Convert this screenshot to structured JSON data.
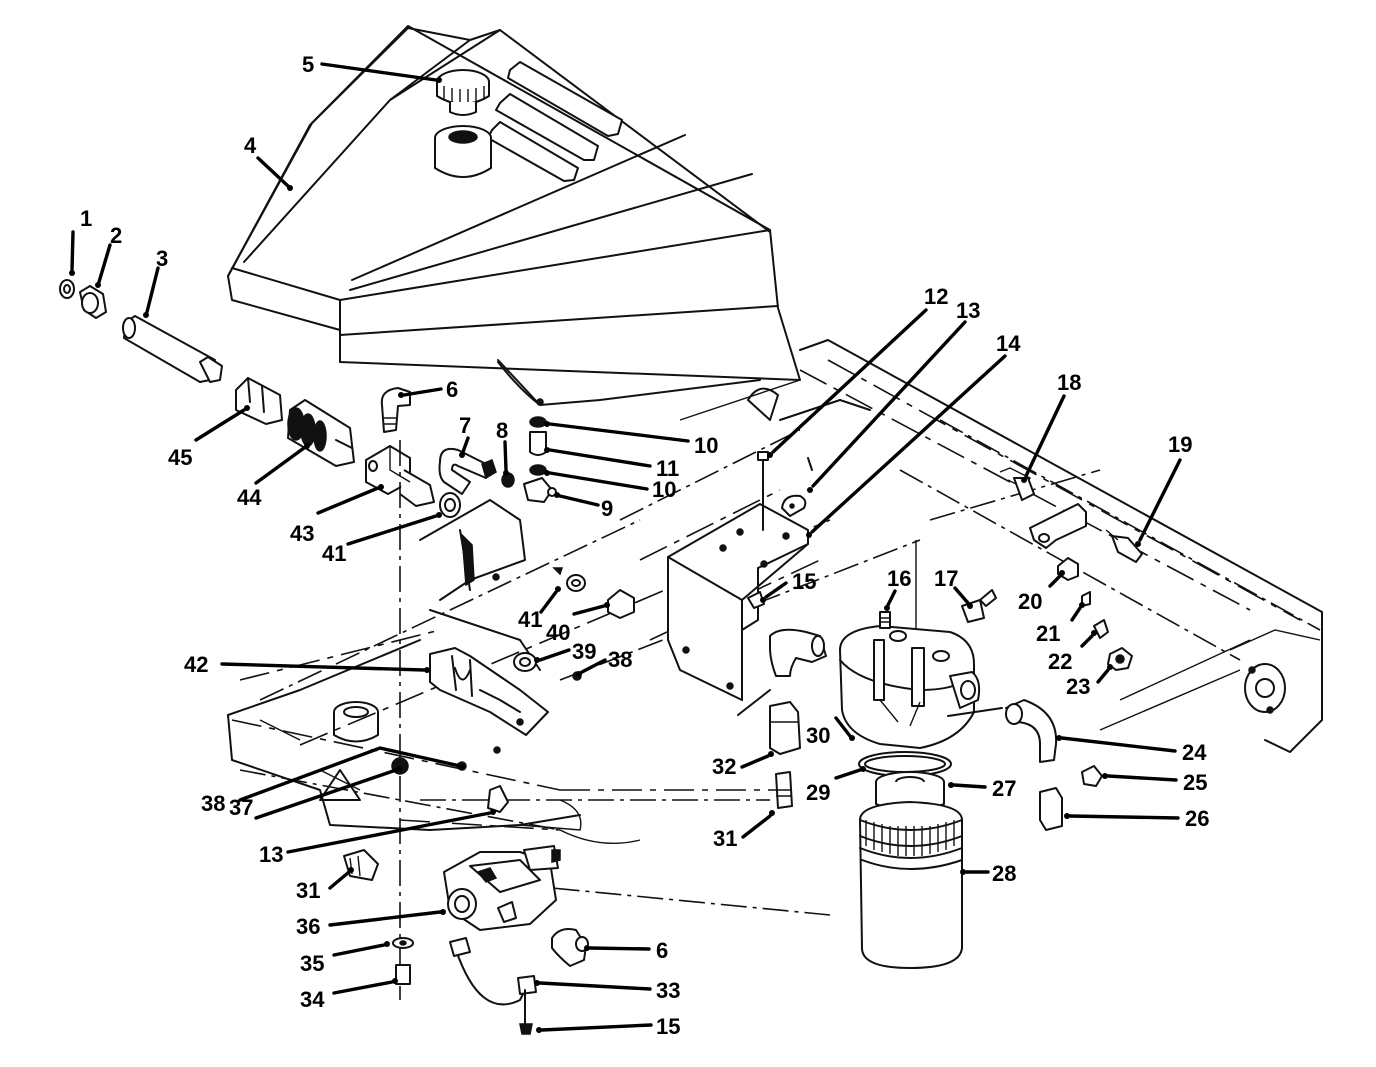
{
  "callouts": [
    {
      "id": "c1",
      "label": "1"
    },
    {
      "id": "c2",
      "label": "2"
    },
    {
      "id": "c3",
      "label": "3"
    },
    {
      "id": "c4",
      "label": "4"
    },
    {
      "id": "c5",
      "label": "5"
    },
    {
      "id": "c6a",
      "label": "6"
    },
    {
      "id": "c7",
      "label": "7"
    },
    {
      "id": "c8",
      "label": "8"
    },
    {
      "id": "c9",
      "label": "9"
    },
    {
      "id": "c10a",
      "label": "10"
    },
    {
      "id": "c11",
      "label": "11"
    },
    {
      "id": "c10b",
      "label": "10"
    },
    {
      "id": "c12",
      "label": "12"
    },
    {
      "id": "c13a",
      "label": "13"
    },
    {
      "id": "c14",
      "label": "14"
    },
    {
      "id": "c15a",
      "label": "15"
    },
    {
      "id": "c16",
      "label": "16"
    },
    {
      "id": "c17",
      "label": "17"
    },
    {
      "id": "c18",
      "label": "18"
    },
    {
      "id": "c19",
      "label": "19"
    },
    {
      "id": "c20",
      "label": "20"
    },
    {
      "id": "c21",
      "label": "21"
    },
    {
      "id": "c22",
      "label": "22"
    },
    {
      "id": "c23",
      "label": "23"
    },
    {
      "id": "c24",
      "label": "24"
    },
    {
      "id": "c25",
      "label": "25"
    },
    {
      "id": "c26",
      "label": "26"
    },
    {
      "id": "c27",
      "label": "27"
    },
    {
      "id": "c28",
      "label": "28"
    },
    {
      "id": "c29",
      "label": "29"
    },
    {
      "id": "c30",
      "label": "30"
    },
    {
      "id": "c31a",
      "label": "31"
    },
    {
      "id": "c32",
      "label": "32"
    },
    {
      "id": "c33",
      "label": "33"
    },
    {
      "id": "c34",
      "label": "34"
    },
    {
      "id": "c35",
      "label": "35"
    },
    {
      "id": "c36",
      "label": "36"
    },
    {
      "id": "c31b",
      "label": "31"
    },
    {
      "id": "c37",
      "label": "37"
    },
    {
      "id": "c38a",
      "label": "38"
    },
    {
      "id": "c13b",
      "label": "13"
    },
    {
      "id": "c38b",
      "label": "38"
    },
    {
      "id": "c39",
      "label": "39"
    },
    {
      "id": "c40",
      "label": "40"
    },
    {
      "id": "c41a",
      "label": "41"
    },
    {
      "id": "c42",
      "label": "42"
    },
    {
      "id": "c41b",
      "label": "41"
    },
    {
      "id": "c43",
      "label": "43"
    },
    {
      "id": "c44",
      "label": "44"
    },
    {
      "id": "c45",
      "label": "45"
    },
    {
      "id": "c6b",
      "label": "6"
    },
    {
      "id": "c15b",
      "label": "15"
    }
  ]
}
